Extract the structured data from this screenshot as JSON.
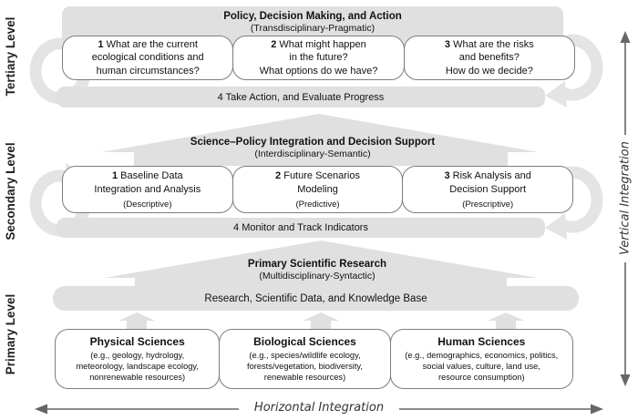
{
  "levels": {
    "tertiary": {
      "side_label": "Tertiary Level",
      "banner_title": "Policy, Decision Making, and Action",
      "banner_subtitle": "(Transdisciplinary-Pragmatic)",
      "boxes": [
        {
          "num": "1",
          "text": "What are the current\necological conditions and\nhuman circumstances?"
        },
        {
          "num": "2",
          "text": "What might happen\nin the future?\nWhat options do we have?"
        },
        {
          "num": "3",
          "text": "What are the risks\nand benefits?\nHow do we decide?"
        }
      ],
      "bar": "4 Take Action, and Evaluate Progress"
    },
    "secondary": {
      "side_label": "Secondary Level",
      "banner_title": "Science–Policy Integration and Decision Support",
      "banner_subtitle": "(Interdisciplinary-Semantic)",
      "boxes": [
        {
          "num": "1",
          "text": "Baseline Data\nIntegration and Analysis",
          "sub": "(Descriptive)"
        },
        {
          "num": "2",
          "text": "Future Scenarios\nModeling",
          "sub": "(Predictive)"
        },
        {
          "num": "3",
          "text": "Risk Analysis and\nDecision Support",
          "sub": "(Prescriptive)"
        }
      ],
      "bar": "4 Monitor and Track Indicators"
    },
    "primary": {
      "side_label": "Primary Level",
      "banner_title": "Primary Scientific Research",
      "banner_subtitle": "(Multidisciplinary-Syntactic)",
      "knowledge_bar": "Research, Scientific Data, and Knowledge Base",
      "boxes": [
        {
          "title": "Physical Sciences",
          "sub": "(e.g., geology, hydrology,\nmeteorology, landscape ecology,\nnonrenewable resources)"
        },
        {
          "title": "Biological Sciences",
          "sub": "(e.g., species/wildlife ecology,\nforests/vegetation, biodiversity,\nrenewable resources)"
        },
        {
          "title": "Human Sciences",
          "sub": "(e.g., demographics, economics, politics,\nsocial values, culture, land use,\nresource consumption)"
        }
      ]
    }
  },
  "axes": {
    "vertical_label": "Vertical Integration",
    "horizontal_label": "Horizontal Integration"
  },
  "colors": {
    "shape_gray": "#e0e0e0",
    "loop_gray": "#e4e4e4",
    "box_border_gray": "#7d7d7d",
    "axis_arrow_gray": "#666666"
  }
}
